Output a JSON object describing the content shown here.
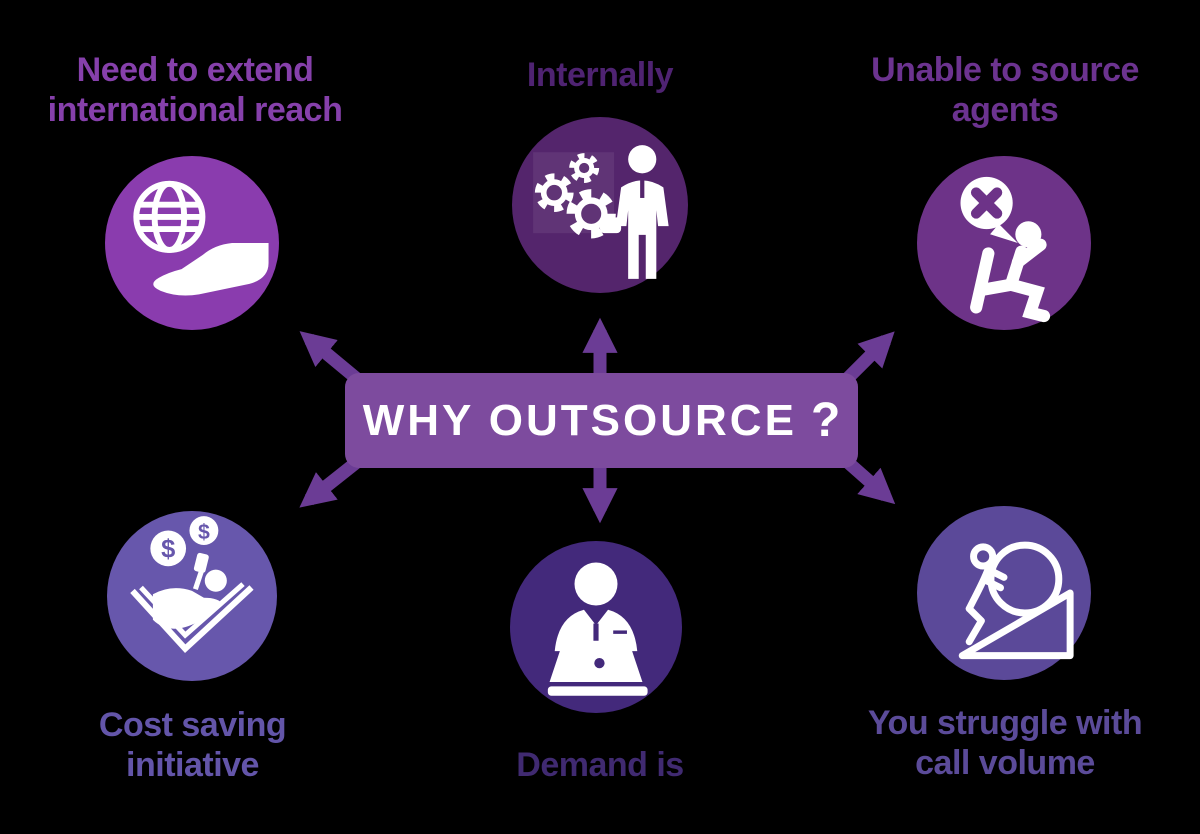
{
  "background_color": "#000000",
  "banner": {
    "label": "WHY OUTSOURCE",
    "question_mark": "?",
    "bg_color": "#7d4b9e",
    "text_color": "#ffffff",
    "arrow_color": "#6b3c95"
  },
  "nodes": {
    "top_left": {
      "lines": [
        "Need to extend",
        "international reach"
      ],
      "label_color": "#8640ab",
      "circle_color": "#8a3cae",
      "icon": "globe-in-hand-icon"
    },
    "top_center": {
      "lines": [
        "Internally"
      ],
      "label_color": "#4f2372",
      "circle_color": "#54256c",
      "icon": "businessman-gears-icon"
    },
    "top_right": {
      "lines": [
        "Unable to source",
        "agents"
      ],
      "label_color": "#6c3390",
      "circle_color": "#6d3388",
      "icon": "agent-unavailable-icon"
    },
    "bottom_left": {
      "lines": [
        "Cost saving",
        "initiative"
      ],
      "label_color": "#6355a9",
      "circle_color": "#6757ac",
      "icon": "relaxing-savings-icon"
    },
    "bottom_center": {
      "lines": [
        "Demand is"
      ],
      "label_color": "#402a71",
      "circle_color": "#43297b",
      "icon": "agent-at-laptop-icon"
    },
    "bottom_right": {
      "lines": [
        "You struggle with",
        "call volume"
      ],
      "label_color": "#5b4b99",
      "circle_color": "#5b4999",
      "icon": "pushing-boulder-uphill-icon"
    }
  }
}
